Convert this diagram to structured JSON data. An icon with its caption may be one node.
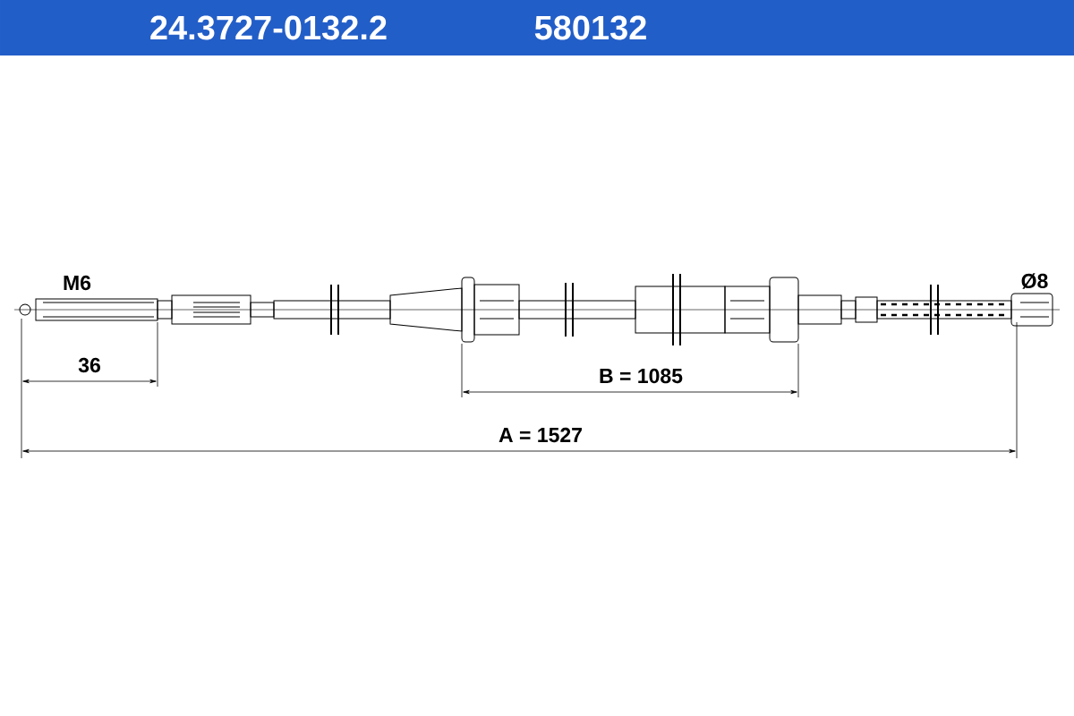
{
  "diagram": {
    "title": "24.3727-0132.2",
    "labels": [
      "580132",
      "M6",
      "36",
      "B = 1085",
      "A = 1527",
      "Ø8"
    ]
  }
}
